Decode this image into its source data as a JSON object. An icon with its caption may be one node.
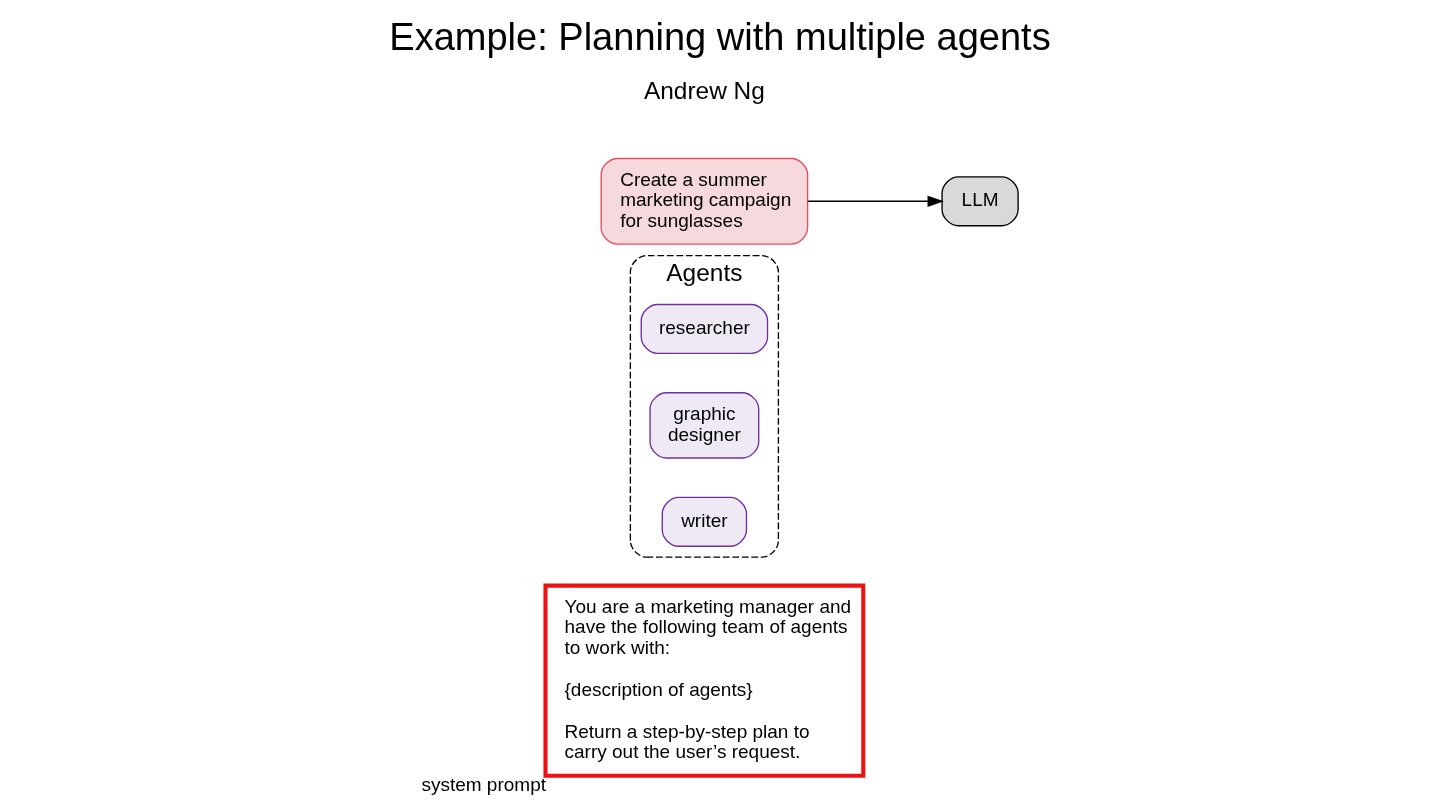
{
  "diagram": {
    "title": "Example: Planning with multiple agents",
    "nodes": [
      {
        "text": [
          "You are a marketing manager and have the following team of agents to work with:",
          "{description of agents}",
          "Return a step-by-step plan to carry out the user’s request."
        ],
        "beside": [
          "system prompt"
        ]
      },
      {
        "text": [
          "Agents"
        ]
      },
      {
        "text": [
          "researcher"
        ],
        "in": 1
      },
      {
        "text": [
          "graphic designer"
        ],
        "in": 1
      },
      {
        "text": [
          "writer"
        ],
        "in": 1
      },
      {
        "text": [
          "Create a summer marketing campaign for sunglasses"
        ]
      },
      {
        "text": [
          "LLM"
        ]
      }
    ],
    "edges": [
      {
        "from": 5,
        "to": 6,
        "arrow": "to"
      }
    ],
    "labels": [
      "Andrew Ng"
    ]
  }
}
